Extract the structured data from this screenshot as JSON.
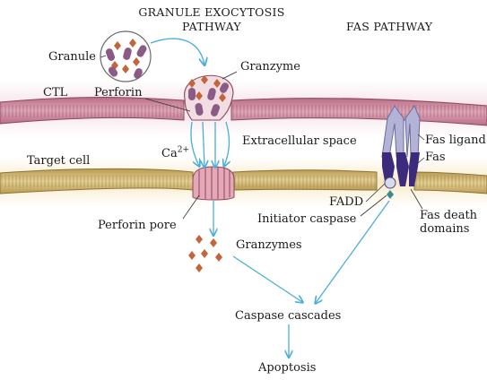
{
  "titles": {
    "granule_pathway_line1": "GRANULE EXOCYTOSIS",
    "granule_pathway_line2": "PATHWAY",
    "fas_pathway": "FAS PATHWAY"
  },
  "labels": {
    "granule": "Granule",
    "granzyme": "Granzyme",
    "ctl": "CTL",
    "perforin": "Perforin",
    "ca_base": "Ca",
    "ca_sup": "2+",
    "extracellular_space": "Extracellular space",
    "target_cell": "Target cell",
    "perforin_pore": "Perforin pore",
    "granzymes": "Granzymes",
    "caspase_cascades": "Caspase cascades",
    "apoptosis": "Apoptosis",
    "fas_ligand": "Fas ligand",
    "fas": "Fas",
    "fadd": "FADD",
    "initiator_caspase": "Initiator caspase",
    "fas_death_domains_line1": "Fas death",
    "fas_death_domains_line2": "domains"
  },
  "colors": {
    "membrane": "#c9839a",
    "membrane_dark": "#8a4860",
    "target_membrane": "#d2b772",
    "target_membrane_dark": "#8d7438",
    "granzyme": "#c4643a",
    "perforin": "#8a5b86",
    "arrow": "#4aaed8",
    "fas_ligand": "#b3b3d8",
    "fas": "#3c2a7a",
    "fadd": "#d8d8ef",
    "caspase": "#3d8a91"
  }
}
